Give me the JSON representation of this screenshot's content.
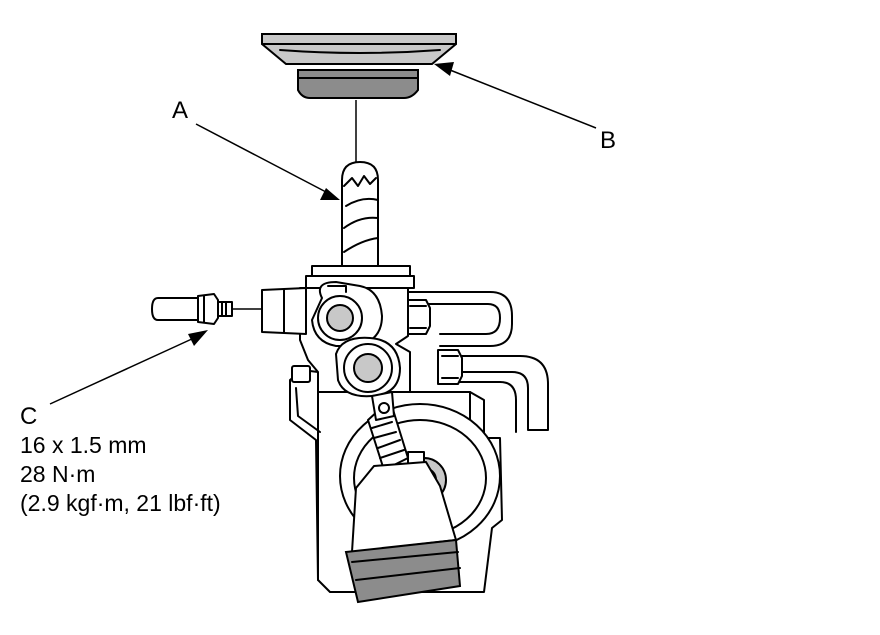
{
  "labels": {
    "a": "A",
    "b": "B",
    "c": "C"
  },
  "spec_c": {
    "size": "16 x 1.5 mm",
    "torque_nm": "28 N·m",
    "torque_alt": "(2.9 kgf·m, 21 lbf·ft)"
  }
}
